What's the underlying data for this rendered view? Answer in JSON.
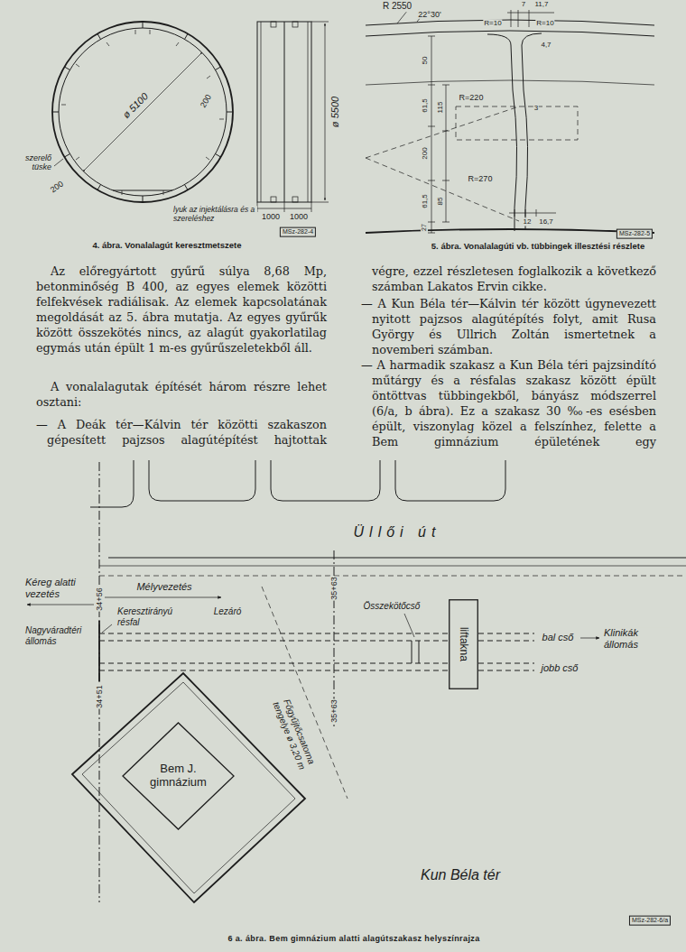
{
  "diagram": {
    "caption": "6 a. ábra. Bem gimnázium alatti alagútszakasz helyszínrajza",
    "nodes": [
      {
        "text": [
          "liftakna"
        ]
      },
      {
        "text": [
          "Bem J. gimnázium"
        ]
      }
    ],
    "labels": [
      "Az előregyártott gyűrű súlya 8,68 Mp, betonminőség B 400, az egyes elemek közötti felfekvések radiálisak. Az elemek kapcsolatának megoldását az 5. ábra mutatja. Az egyes gyűrűk között összekötés nincs, az alagút gyakorlatilag egymás után épült 1 m-es gyűrűszeletekből áll.",
      "A vonalalagutak építését három részre lehet osztani:",
      "— A Deák tér—Kálvin tér közötti szakaszon gépesített pajzsos alagútépítést hajtottak",
      "végre, ezzel részletesen foglalkozik a következő számban Lakatos Ervin cikke.",
      "— A Kun Béla tér—Kálvin tér között úgynevezett nyitott pajzsos alagútépítés folyt, amit Rusa György és Ullrich Zoltán ismertetnek a novemberi számban.",
      "— A harmadik szakasz a Kun Béla téri pajzsindító műtárgy és a résfalas szakasz között épült öntöttvas tübbingekből, bányász módszerrel (6/a, b ábra). Ez a szakasz 30 ‰-es esésben épült, viszonylag közel a felszínhez, felette a Bem gimnázium épületének egy",
      "ø 5100",
      "ø 5500",
      "200",
      "200",
      "szerelő tüske",
      "lyuk az injektálásra és a szereléshez",
      "1000",
      "1000",
      "MSz-282-4",
      "4. ábra. Vonalalagút keresztmetszete",
      "R 2550",
      "22°30'",
      "7",
      "11,7",
      "R=10",
      "R=10",
      "4,7",
      "50",
      "61,5",
      "115",
      "R=220",
      "3",
      "200",
      "R=270",
      "61,5",
      "85",
      "27",
      "12",
      "16,7",
      "MSz-282-5",
      "5. ábra. Vonalalagúti vb. tübbingek illesztési részlete",
      "Üllői út",
      "Kéreg alatti vezetés",
      "34+56",
      "Mélyvezetés",
      "Keresztirányú résfal",
      "Lezáró",
      "Összekötőcső",
      "35+63",
      "Nagyváradtéri állomás",
      "bal cső",
      "Klinikák állomás",
      "jobb cső",
      "34+51",
      "35+63",
      "Főgyűjtőcsatorna tengelye ø 3,20 m",
      "Kun Béla tér",
      "MSz-282-6/a"
    ]
  }
}
